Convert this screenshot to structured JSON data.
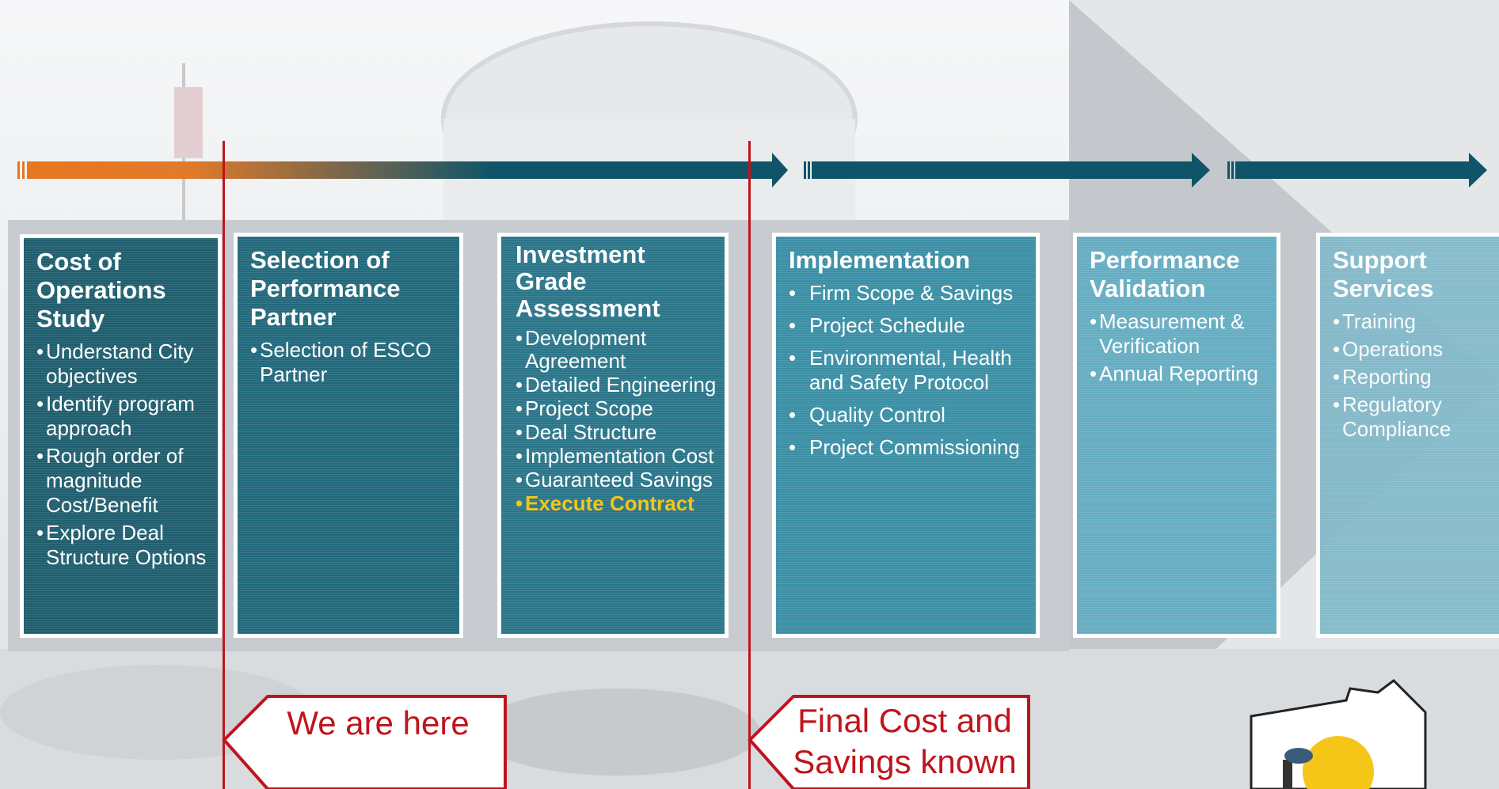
{
  "stages": [
    {
      "title": "Cost of Operations Study",
      "items": [
        "Understand City objectives",
        "Identify program approach",
        "Rough order of magnitude Cost/Benefit",
        "Explore Deal Structure Options"
      ]
    },
    {
      "title": "Selection of Performance Partner",
      "items": [
        "Selection of ESCO Partner"
      ]
    },
    {
      "title": "Investment Grade Assessment",
      "items": [
        "Development Agreement",
        "Detailed Engineering",
        "Project Scope",
        "Deal Structure",
        "Implementation Cost",
        "Guaranteed Savings",
        "Execute Contract"
      ]
    },
    {
      "title": "Implementation",
      "items": [
        "Firm Scope & Savings",
        "Project Schedule",
        "Environmental, Health and Safety Protocol",
        "Quality Control",
        "Project Commissioning"
      ]
    },
    {
      "title": "Performance Validation",
      "items": [
        "Measurement & Verification",
        "Annual Reporting"
      ]
    },
    {
      "title": "Support Services",
      "items": [
        "Training",
        "Operations",
        "Reporting",
        "Regulatory Compliance"
      ]
    }
  ],
  "markers": {
    "we_are_here": "We are here",
    "final_cost_line1": "Final Cost and",
    "final_cost_line2": "Savings known"
  },
  "bullet": "•",
  "colors": {
    "dark_teal": "#1f5e6e",
    "teal": "#2b7f96",
    "light_teal": "#5fa8bd",
    "orange": "#e87722",
    "marker_red": "#c0141c",
    "highlight": "#f5c518"
  }
}
